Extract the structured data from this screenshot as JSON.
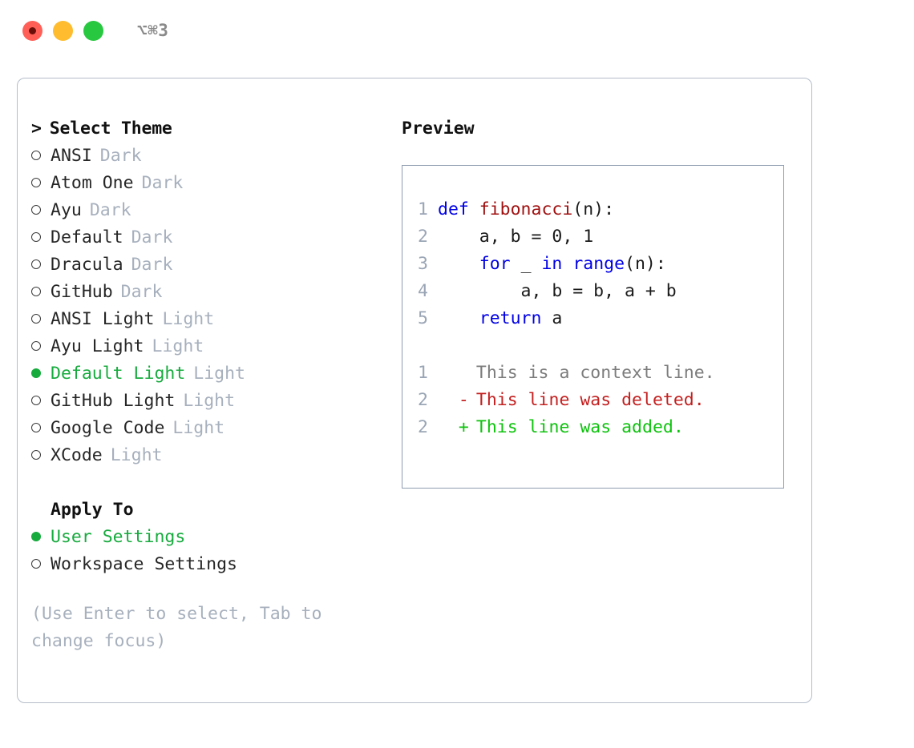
{
  "window": {
    "shortcut": "⌥⌘3",
    "traffic_lights": [
      "close",
      "minimize",
      "maximize"
    ]
  },
  "theme_picker": {
    "heading": "Select Theme",
    "caret": ">",
    "items": [
      {
        "name": "ANSI",
        "tag": "Dark",
        "selected": false
      },
      {
        "name": "Atom One",
        "tag": "Dark",
        "selected": false
      },
      {
        "name": "Ayu",
        "tag": "Dark",
        "selected": false
      },
      {
        "name": "Default",
        "tag": "Dark",
        "selected": false
      },
      {
        "name": "Dracula",
        "tag": "Dark",
        "selected": false
      },
      {
        "name": "GitHub",
        "tag": "Dark",
        "selected": false
      },
      {
        "name": "ANSI Light",
        "tag": "Light",
        "selected": false
      },
      {
        "name": "Ayu Light",
        "tag": "Light",
        "selected": false
      },
      {
        "name": "Default Light",
        "tag": "Light",
        "selected": true
      },
      {
        "name": "GitHub Light",
        "tag": "Light",
        "selected": false
      },
      {
        "name": "Google Code",
        "tag": "Light",
        "selected": false
      },
      {
        "name": "XCode",
        "tag": "Light",
        "selected": false
      }
    ]
  },
  "apply_to": {
    "heading": "Apply To",
    "options": [
      {
        "name": "User Settings",
        "selected": true
      },
      {
        "name": "Workspace Settings",
        "selected": false
      }
    ]
  },
  "hint": "(Use Enter to select, Tab to change focus)",
  "preview": {
    "title": "Preview",
    "code": [
      {
        "num": "1",
        "segments": [
          {
            "t": "def ",
            "c": "kw"
          },
          {
            "t": "fibonacci",
            "c": "fn"
          },
          {
            "t": "(n):",
            "c": "ctext"
          }
        ]
      },
      {
        "num": "2",
        "segments": [
          {
            "t": "    a, b = 0, 1",
            "c": "ctext"
          }
        ]
      },
      {
        "num": "3",
        "segments": [
          {
            "t": "    ",
            "c": "ctext"
          },
          {
            "t": "for",
            "c": "kw"
          },
          {
            "t": " _ ",
            "c": "ctext"
          },
          {
            "t": "in",
            "c": "kw"
          },
          {
            "t": " ",
            "c": "ctext"
          },
          {
            "t": "range",
            "c": "kw"
          },
          {
            "t": "(n):",
            "c": "ctext"
          }
        ]
      },
      {
        "num": "4",
        "segments": [
          {
            "t": "        a, b = b, a + b",
            "c": "ctext"
          }
        ]
      },
      {
        "num": "5",
        "segments": [
          {
            "t": "    ",
            "c": "ctext"
          },
          {
            "t": "return",
            "c": "kw"
          },
          {
            "t": " a",
            "c": "ctext"
          }
        ]
      }
    ],
    "diff": [
      {
        "num": "1",
        "mark": " ",
        "text": "This is a context line.",
        "kind": "diff-ctx"
      },
      {
        "num": "2",
        "mark": "-",
        "text": "This line was deleted.",
        "kind": "diff-del"
      },
      {
        "num": "2",
        "mark": "+",
        "text": "This line was added.",
        "kind": "diff-add"
      }
    ]
  },
  "colors": {
    "accent_green": "#17ab3e",
    "muted": "#a7b0bd",
    "keyword_blue": "#0000e6",
    "function_red": "#a01010",
    "diff_added": "#0ec30e",
    "diff_deleted": "#c42020",
    "panel_border": "#b4bcc9",
    "preview_border": "#8f9daf"
  }
}
